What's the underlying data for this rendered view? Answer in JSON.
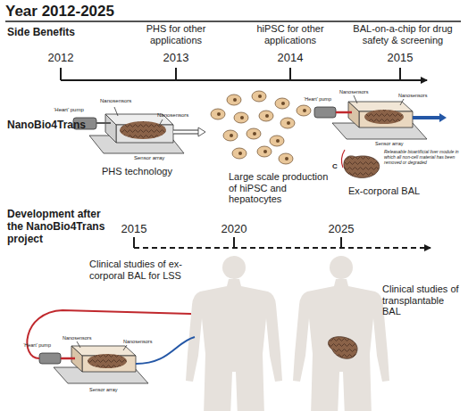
{
  "diagram": {
    "title": "Year 2012-2025",
    "labels": [
      "Side Benefits",
      "2012",
      "PHS for other applications",
      "2013",
      "hiPSC for other applications",
      "2014",
      "BAL-on-a-chip for drug safety & screening",
      "2015",
      "NanoBio4Trans",
      "‘Heart’ pump",
      "Nanosensors",
      "Nanosensors",
      "Sensor array",
      "PHS technology",
      "Large scale production of hiPSC and hepatocytes",
      "‘Heart’ pump",
      "Nanosensors",
      "Nanosensors",
      "Sensor array",
      "C",
      "Releasable bioartificial liver module in which all non-cell material has been removed or degraded",
      "Ex-corporal BAL",
      "Development after the NanoBio4Trans project",
      "2015",
      "2020",
      "2025",
      "Clinical studies of ex-corporal BAL for LSS",
      "‘Heart’ pump",
      "Nanosensors",
      "Nanosensors",
      "Sensor array",
      "Clinical studies of transplantable BAL"
    ]
  }
}
